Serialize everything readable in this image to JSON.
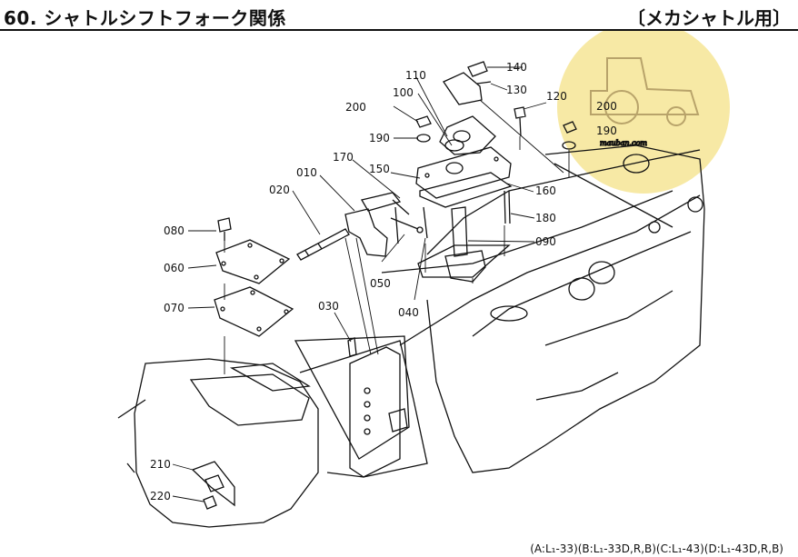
{
  "header": {
    "title": "60. シャトルシフトフォーク関係",
    "variant": "〔メカシャトル用〕"
  },
  "footer": {
    "models": "(A:L₁-33)(B:L₁-33D,R,B)(C:L₁-43)(D:L₁-43D,R,B)"
  },
  "watermark": {
    "text": "mauban.com",
    "color": "#f3e089"
  },
  "part_labels": {
    "p010": "010",
    "p020": "020",
    "p030": "030",
    "p040": "040",
    "p050": "050",
    "p060": "060",
    "p070": "070",
    "p080": "080",
    "p090": "090",
    "p100": "100",
    "p110": "110",
    "p120": "120",
    "p130": "130",
    "p140": "140",
    "p150": "150",
    "p160": "160",
    "p170": "170",
    "p180": "180",
    "p190": "190",
    "p190b": "190",
    "p200": "200",
    "p200b": "200",
    "p210": "210",
    "p220": "220"
  }
}
